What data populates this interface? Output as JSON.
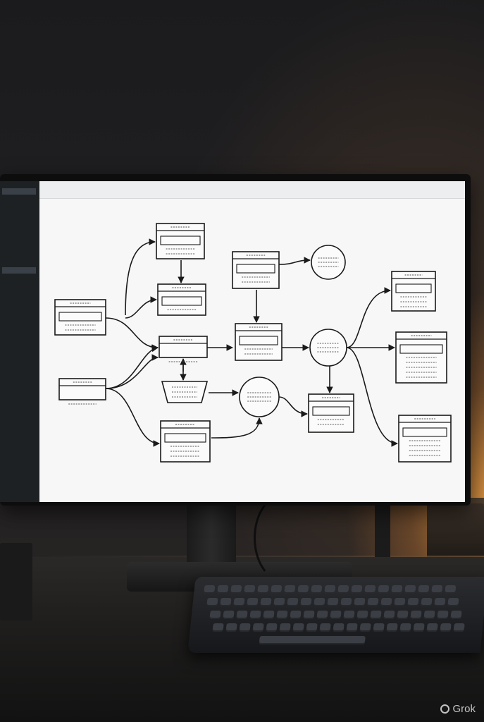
{
  "scene": {
    "description_free": true
  },
  "browser": {
    "tabs": [
      "",
      ""
    ],
    "address": ""
  },
  "sidebar": {
    "items": [
      {
        "label": ""
      },
      {
        "label": ""
      },
      {
        "label": ""
      },
      {
        "label": ""
      },
      {
        "label": ""
      },
      {
        "label": ""
      },
      {
        "label": ""
      },
      {
        "label": ""
      },
      {
        "label": ""
      },
      {
        "label": ""
      },
      {
        "label": ""
      },
      {
        "label": ""
      },
      {
        "label": ""
      },
      {
        "label": ""
      },
      {
        "label": ""
      },
      {
        "label": ""
      },
      {
        "label": ""
      },
      {
        "label": ""
      },
      {
        "label": ""
      },
      {
        "label": ""
      },
      {
        "label": ""
      },
      {
        "label": ""
      },
      {
        "label": ""
      },
      {
        "label": ""
      }
    ]
  },
  "diagram": {
    "nodes": [
      {
        "id": "n1",
        "shape": "box",
        "title": "",
        "body": ""
      },
      {
        "id": "n2",
        "shape": "box",
        "title": "",
        "body": ""
      },
      {
        "id": "n3",
        "shape": "box",
        "title": "",
        "body": ""
      },
      {
        "id": "n4",
        "shape": "box",
        "title": "",
        "body": ""
      },
      {
        "id": "n5",
        "shape": "box",
        "title": "",
        "body": ""
      },
      {
        "id": "n6",
        "shape": "box",
        "title": "",
        "body": ""
      },
      {
        "id": "n7",
        "shape": "box",
        "title": "",
        "body": ""
      },
      {
        "id": "n8",
        "shape": "box",
        "title": "",
        "body": ""
      },
      {
        "id": "n9",
        "shape": "trapezoid",
        "title": "",
        "body": ""
      },
      {
        "id": "n10",
        "shape": "box",
        "title": "",
        "body": ""
      },
      {
        "id": "n11",
        "shape": "box",
        "title": "",
        "body": ""
      },
      {
        "id": "n12",
        "shape": "box",
        "title": "",
        "body": ""
      },
      {
        "id": "n13",
        "shape": "box",
        "title": "",
        "body": ""
      },
      {
        "id": "n14",
        "shape": "box",
        "title": "",
        "body": ""
      },
      {
        "id": "c1",
        "shape": "circle",
        "title": "",
        "body": ""
      },
      {
        "id": "c2",
        "shape": "circle",
        "title": "",
        "body": ""
      },
      {
        "id": "c3",
        "shape": "circle",
        "title": "",
        "body": ""
      }
    ]
  },
  "watermark": {
    "text": "Grok"
  },
  "colors": {
    "screen_bg": "#f7f7f8",
    "sidebar_bg": "#1e2124",
    "ink": "#1a1a1a",
    "lamp_glow": "#ffaa46"
  }
}
